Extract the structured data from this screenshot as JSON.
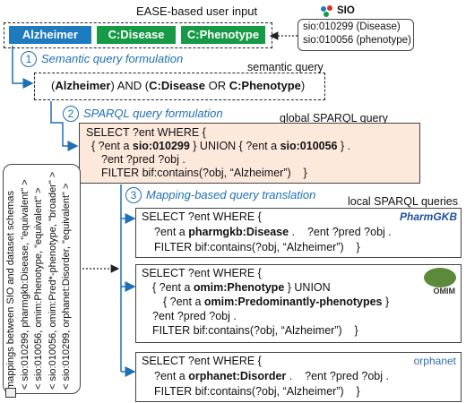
{
  "header": {
    "title": "EASE-based user input"
  },
  "inputs": [
    {
      "label": "Alzheimer",
      "color": "#1f7bc0"
    },
    {
      "label": "C:Disease",
      "color": "#169a46"
    },
    {
      "label": "C:Phenotype",
      "color": "#169a46"
    }
  ],
  "sio": {
    "logo_text": "SIO",
    "lines": [
      "sio:010299 (Disease)",
      "sio:010056 (phenotype)"
    ]
  },
  "steps": [
    {
      "num": "1",
      "title": "Semantic query formulation"
    },
    {
      "num": "2",
      "title": "SPARQL query formulation"
    },
    {
      "num": "3",
      "title": "Mapping-based query translation"
    }
  ],
  "semantic_query": {
    "caption": "semantic query",
    "parts": [
      "(",
      "Alzheimer",
      ") AND (",
      "C:Disease",
      " OR ",
      "C:Phenotype",
      ")"
    ]
  },
  "global_query": {
    "caption": "global SPARQL query",
    "line1": "SELECT ?ent WHERE {",
    "line2": [
      "{ ?ent a ",
      "sio:010299",
      " } UNION { ?ent a ",
      "sio:010056",
      " } ."
    ],
    "line3": "?ent ?pred ?obj .",
    "line4": "FILTER bif:contains(?obj, “Alzheimer”)    }"
  },
  "local_caption": "local SPARQL queries",
  "local_queries": [
    {
      "logo": "PharmGKB",
      "line1": "SELECT ?ent WHERE {",
      "line2": [
        "?ent a ",
        "pharmgkb:Disease",
        " .    ?ent ?pred ?obj ."
      ],
      "line3": "FILTER bif:contains(?obj, “Alzheimer”)    }"
    },
    {
      "logo": "OMIM",
      "line1": "SELECT ?ent WHERE {",
      "line2": [
        "{ ?ent a ",
        "omim:Phenotype",
        " } UNION"
      ],
      "line3": [
        "{ ?ent a ",
        "omim:Predominantly-phenotypes",
        " }"
      ],
      "line4": "?ent ?pred ?obj .",
      "line5": "FILTER bif:contains(?obj, “Alzheimer”)    }"
    },
    {
      "logo": "orphanet",
      "line1": "SELECT ?ent WHERE {",
      "line2": [
        "?ent a ",
        "orphanet:Disorder",
        " .    ?ent ?pred ?obj ."
      ],
      "line3": "FILTER bif:contains(?obj, “Alzheimer”)    }"
    }
  ],
  "mappings": {
    "title": "mappings between SIO and dataset schemas",
    "items": [
      "< sio:010299, pharmgkb:Disease, \"equivalent\" >",
      "< sio:010056, omim:Phenotype, \"equivalent\" >",
      "< sio:010056, omim:Pred*-phenotype, \"broader\" >",
      "< sio:010299, orphanet:Disorder, \"equivalent\" >"
    ]
  },
  "colors": {
    "accent": "#1f6fb5",
    "input_bg": "#1f7bc0",
    "chip_green": "#169a46",
    "global_bg": "#fde8dc"
  }
}
